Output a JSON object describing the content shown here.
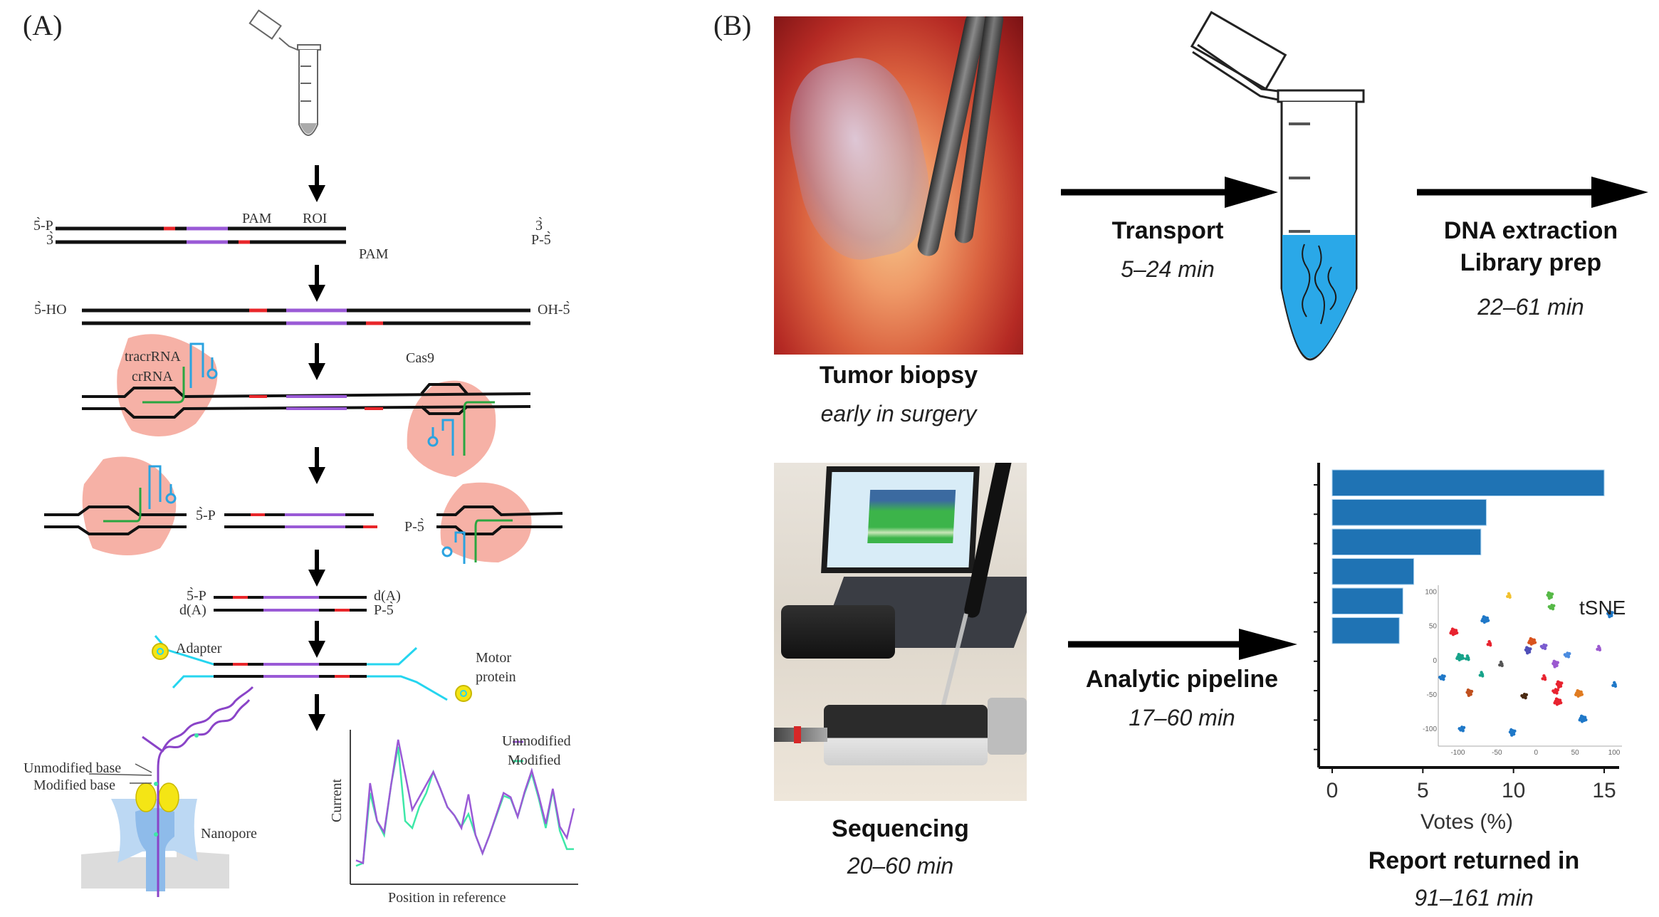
{
  "panel_a": {
    "label": "(A)",
    "dna_step1": {
      "top_left": "5̀-P",
      "top_right": "3̀",
      "bottom_left": "3̀",
      "bottom_right": "P-5̀",
      "pam_top": "PAM",
      "roi": "ROI",
      "pam_bottom": "PAM"
    },
    "dna_step2": {
      "left": "5̀-HO",
      "right": "OH-5̀"
    },
    "cas9_step": {
      "tracrrna": "tracrRNA",
      "crrna": "crRNA",
      "cas9": "Cas9"
    },
    "cleaved_step": {
      "left": "5̀-P",
      "right": "P-5̀"
    },
    "da_step": {
      "top_left": "5̀-P",
      "top_right": "d(A)",
      "bottom_left": "d(A)",
      "bottom_right": "P-5̀"
    },
    "adapter_step": {
      "adapter": "Adapter",
      "motor_line1": "Motor",
      "motor_line2": "protein"
    },
    "nanopore": {
      "unmodified_base": "Unmodified base",
      "modified_base": "Modified base",
      "nanopore": "Nanopore"
    },
    "colors": {
      "dna": "#111111",
      "pam": "#e8262a",
      "roi": "#9a5ad6",
      "cas9": "#f6b1a6",
      "tracr": "#2ba3e0",
      "crrna": "#2aa640",
      "adapter": "#25d5ef",
      "motor": "#f4e515",
      "pore_light": "#bcd8f3",
      "pore_dark": "#8ebbea",
      "membrane": "#dcdcdc"
    }
  },
  "chart_data": [
    {
      "type": "line",
      "title": "",
      "xlabel": "Position in reference",
      "ylabel": "Current",
      "legend": [
        "Unmodified",
        "Modified"
      ],
      "legend_position": "top-right",
      "axis_ticks": false,
      "x": [
        1,
        2,
        3,
        4,
        5,
        6,
        7,
        8,
        9,
        10,
        11,
        12,
        13,
        14,
        15,
        16,
        17,
        18,
        19,
        20,
        21,
        22,
        23,
        24,
        25,
        26,
        27,
        28,
        29,
        30,
        31,
        32
      ],
      "series": [
        {
          "name": "Unmodified",
          "color": "#9a5ad6",
          "values": [
            0.12,
            0.1,
            0.67,
            0.4,
            0.32,
            0.66,
            0.98,
            0.73,
            0.48,
            0.57,
            0.66,
            0.75,
            0.63,
            0.5,
            0.44,
            0.35,
            0.59,
            0.3,
            0.17,
            0.3,
            0.45,
            0.6,
            0.57,
            0.43,
            0.61,
            0.76,
            0.58,
            0.38,
            0.63,
            0.36,
            0.28,
            0.49
          ]
        },
        {
          "name": "Modified",
          "color": "#3ee8a8",
          "values": [
            0.08,
            0.1,
            0.6,
            0.4,
            0.3,
            0.66,
            0.93,
            0.4,
            0.35,
            0.5,
            0.6,
            0.75,
            0.63,
            0.5,
            0.44,
            0.36,
            0.45,
            0.3,
            0.17,
            0.3,
            0.44,
            0.58,
            0.56,
            0.43,
            0.6,
            0.74,
            0.56,
            0.35,
            0.62,
            0.33,
            0.2,
            0.2
          ]
        }
      ]
    },
    {
      "type": "bar",
      "orientation": "horizontal",
      "title": "",
      "xlabel": "Votes (%)",
      "ylabel": "",
      "xlim": [
        0,
        15.5
      ],
      "xticks": [
        0,
        5,
        10,
        15
      ],
      "categories": [
        "",
        "",
        "",
        "",
        "",
        ""
      ],
      "values": [
        15.0,
        8.5,
        8.2,
        4.5,
        3.9,
        3.7
      ],
      "color": "#1f73b4"
    },
    {
      "type": "scatter",
      "title": "tSNE",
      "xlim": [
        -125,
        110
      ],
      "ylim": [
        -125,
        110
      ],
      "xticks": [
        -100,
        -50,
        0,
        50,
        100
      ],
      "yticks": [
        100,
        50,
        0,
        -50,
        -100
      ],
      "clusters": [
        {
          "color": "#f2c12e",
          "x": -35,
          "y": 95
        },
        {
          "color": "#56b947",
          "x": 20,
          "y": 78
        },
        {
          "color": "#56b947",
          "x": 18,
          "y": 95
        },
        {
          "color": "#e8232f",
          "x": -105,
          "y": 42
        },
        {
          "color": "#e8232f",
          "x": -60,
          "y": 25
        },
        {
          "color": "#7a5ccf",
          "x": 10,
          "y": 20
        },
        {
          "color": "#4f4fb8",
          "x": -10,
          "y": 15
        },
        {
          "color": "#d9531e",
          "x": -5,
          "y": 28
        },
        {
          "color": "#9b59d0",
          "x": 80,
          "y": 18
        },
        {
          "color": "#1f78c8",
          "x": -95,
          "y": -100
        },
        {
          "color": "#1f78c8",
          "x": -30,
          "y": -105
        },
        {
          "color": "#1f78c8",
          "x": 60,
          "y": -85
        },
        {
          "color": "#1f78c8",
          "x": 100,
          "y": -35
        },
        {
          "color": "#1f78c8",
          "x": -120,
          "y": -25
        },
        {
          "color": "#1f78c8",
          "x": 95,
          "y": 68
        },
        {
          "color": "#1f78c8",
          "x": -65,
          "y": 60
        },
        {
          "color": "#17a38a",
          "x": -70,
          "y": -20
        },
        {
          "color": "#e8232f",
          "x": 25,
          "y": -45
        },
        {
          "color": "#e8232f",
          "x": 30,
          "y": -35
        },
        {
          "color": "#e8232f",
          "x": 28,
          "y": -60
        },
        {
          "color": "#e8232f",
          "x": 10,
          "y": -25
        },
        {
          "color": "#4a2a12",
          "x": -15,
          "y": -52
        },
        {
          "color": "#c0501e",
          "x": -85,
          "y": -47
        },
        {
          "color": "#e07b20",
          "x": 55,
          "y": -48
        },
        {
          "color": "#555555",
          "x": -45,
          "y": -5
        },
        {
          "color": "#4a8be0",
          "x": 40,
          "y": 8
        },
        {
          "color": "#9b59d0",
          "x": 25,
          "y": -5
        },
        {
          "color": "#17a38a",
          "x": -97,
          "y": 5
        },
        {
          "color": "#17a38a",
          "x": -88,
          "y": 4
        }
      ]
    }
  ],
  "panel_b": {
    "label": "(B)",
    "biopsy": {
      "title": "Tumor biopsy",
      "subtitle": "early in surgery"
    },
    "transport": {
      "title": "Transport",
      "time": "5–24 min"
    },
    "extraction": {
      "line1": "DNA extraction",
      "line2": "Library prep",
      "time": "22–61 min"
    },
    "sequencing": {
      "title": "Sequencing",
      "time": "20–60 min"
    },
    "pipeline": {
      "title": "Analytic pipeline",
      "time": "17–60 min"
    },
    "report": {
      "title": "Report returned in",
      "time": "91–161 min"
    },
    "tsne_label": "tSNE",
    "xaxis_label": "Votes (%)",
    "colors": {
      "bar": "#1f73b4",
      "liquid": "#2aa8e8"
    }
  }
}
